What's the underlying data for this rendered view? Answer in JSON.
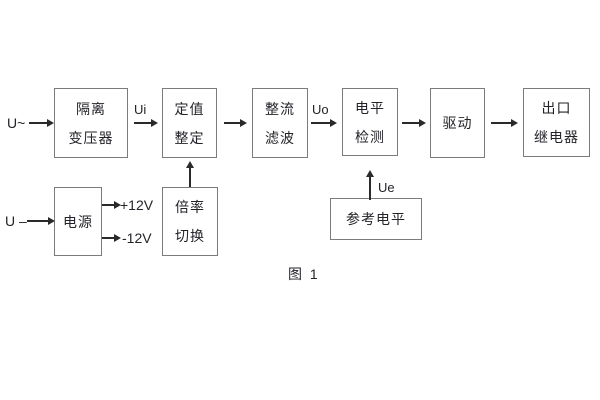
{
  "diagram": {
    "caption": "图 1",
    "colors": {
      "background": "#ffffff",
      "box_border": "#7b7b7b",
      "line": "#2a2a2a",
      "text": "#232329"
    },
    "inputs": {
      "ac_input": "U~",
      "dc_input": "U –"
    },
    "signal_labels": {
      "ui": "Ui",
      "uo": "Uo",
      "ue": "Ue"
    },
    "power_rails": {
      "positive": "+12V",
      "negative": "-12V"
    },
    "boxes": {
      "isolation_transformer": {
        "line1": "隔离",
        "line2": "变压器"
      },
      "value_setting": {
        "line1": "定值",
        "line2": "整定"
      },
      "rectifier_filter": {
        "line1": "整流",
        "line2": "滤波"
      },
      "level_detection": {
        "line1": "电平",
        "line2": "检测"
      },
      "drive": {
        "line1": "驱动"
      },
      "output_relay": {
        "line1": "出口",
        "line2": "继电器"
      },
      "power_supply": {
        "line1": "电源"
      },
      "ratio_switch": {
        "line1": "倍率",
        "line2": "切换"
      },
      "reference_level": {
        "line1": "参考电平"
      }
    }
  }
}
